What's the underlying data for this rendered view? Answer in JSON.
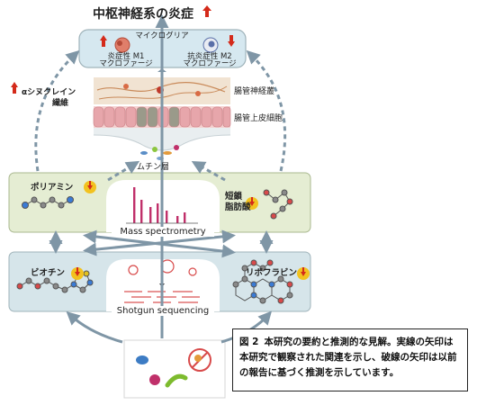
{
  "title": "中枢神経系の炎症",
  "microglia": {
    "label": "マイクログリア",
    "m1_line1": "炎症性 M1",
    "m1_line2": "マクロファージ",
    "m2_line1": "抗炎症性 M2",
    "m2_line2": "マクロファージ"
  },
  "tissue": {
    "synuclein_line1": "αシヌクレイン",
    "synuclein_line2": "繊維",
    "enteric_nerve": "腸管神経叢",
    "epithelium": "腸管上皮細胞",
    "mucin": "ムチン層"
  },
  "metabolomics": {
    "polyamine": "ポリアミン",
    "scfa_line1": "短鎖",
    "scfa_line2": "脂肪酸",
    "method": "Mass spectrometry"
  },
  "metagenomics": {
    "biotin": "ビオチン",
    "riboflavin": "リボフラビン",
    "method": "Shotgun sequencing"
  },
  "caption": {
    "figure_label": "図 2",
    "text": "本研究の要約と推測的な見解。実線の矢印は本研究で観察された関連を示し、破線の矢印は以前の報告に基づく推測を示しています。"
  },
  "colors": {
    "panel_green": "#e5edd3",
    "panel_blue": "#d6e5ea",
    "panel_border": "#9fb3ba",
    "arrow_gray": "#7f96a6",
    "up_arrow": "#d42a1a",
    "down_arrow_circle": "#f2c21f",
    "spectrum_bar": "#c0306a"
  }
}
